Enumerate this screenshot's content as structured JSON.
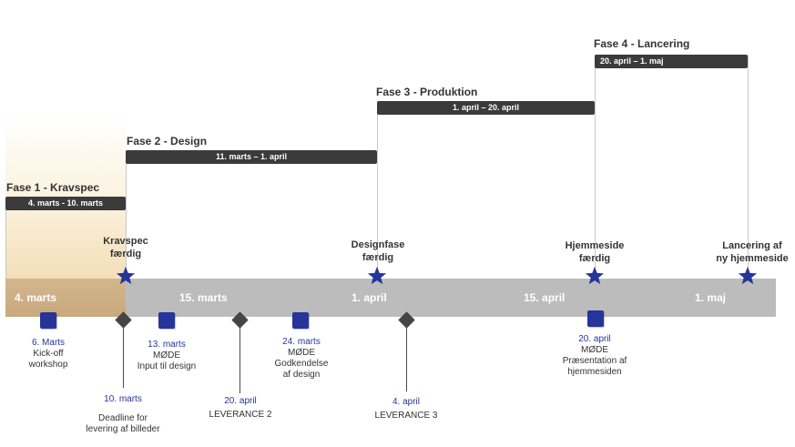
{
  "phases": [
    {
      "title": "Fase 1 - Kravspec",
      "dates": "4. marts -  10. marts"
    },
    {
      "title": "Fase 2 - Design",
      "dates": "11. marts – 1. april"
    },
    {
      "title": "Fase 3 - Produktion",
      "dates": "1. april – 20. april"
    },
    {
      "title": "Fase 4 - Lancering",
      "dates": "20. april – 1. maj"
    }
  ],
  "timeline_labels": [
    "4. marts",
    "15. marts",
    "1. april",
    "15. april",
    "1. maj"
  ],
  "milestones": [
    {
      "line1": "Kravspec",
      "line2": "færdig"
    },
    {
      "line1": "Designfase",
      "line2": "færdig"
    },
    {
      "line1": "Hjemmeside",
      "line2": "færdig"
    },
    {
      "line1": "Lancering af",
      "line2": "ny hjemmeside"
    }
  ],
  "events_above": [
    {
      "date": "6. Marts",
      "lines": [
        "Kick-off",
        "workshop"
      ]
    },
    {
      "date": "13. marts",
      "lines": [
        "MØDE",
        "Input til design"
      ]
    },
    {
      "date": "24. marts",
      "lines": [
        "MØDE",
        "Godkendelse",
        "af design"
      ]
    },
    {
      "date": "20. april",
      "lines": [
        "MØDE",
        "Præsentation af",
        "hjemmesiden"
      ]
    }
  ],
  "deadlines": [
    {
      "date": "10. marts",
      "lines": [
        "Deadline for",
        "levering af billeder"
      ]
    },
    {
      "date": "20. april",
      "lines": [
        "LEVERANCE  2"
      ]
    },
    {
      "date": "4. april",
      "lines": [
        "LEVERANCE 3"
      ]
    }
  ],
  "colors": {
    "square": "#27349a",
    "diamond": "#454545",
    "phase_bar": "#3b3b3b",
    "timeline": "#bcbcbc",
    "first_segment": "#c9a97c"
  }
}
